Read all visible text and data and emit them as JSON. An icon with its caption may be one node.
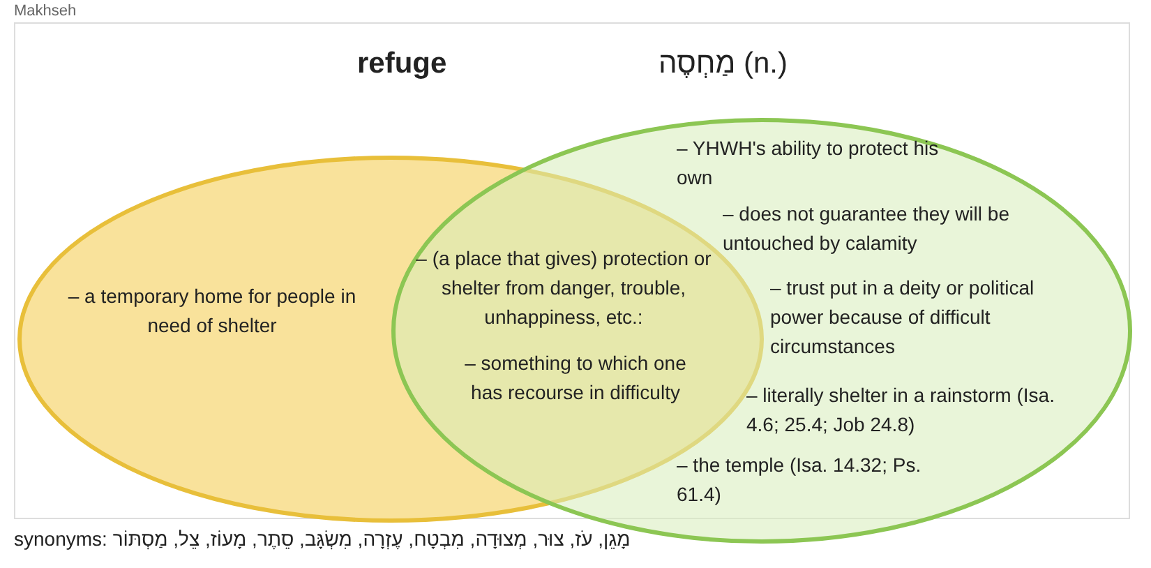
{
  "diagram": {
    "title": "Makhseh",
    "nodes": [
      {
        "text": [
          "refuge",
          "– a temporary home for people in need of shelter"
        ]
      },
      {
        "text": [
          "מַחְסֶה (n.)",
          "– YHWH's ability to protect his own",
          "– does not guarantee they will be untouched by calamity",
          "– trust put in a deity or political power because of difficult circumstances",
          "– literally shelter in a rainstorm (Isa. 4.6; 25.4; Job 24.8)",
          "– the temple (Isa. 14.32; Ps. 61.4)"
        ]
      }
    ],
    "edges": [],
    "labels": [
      "– (a place that gives) protection or shelter from danger, trouble, unhappiness, etc.:",
      "– something to which one has recourse in difficulty",
      "synonyms: מָגֵן, עֹז, צוּר, מְצוּדָה, מִבְטָח, עֶזְרָה, מִשְׂגָּב, סֵתֶר, מָעוֹז, צֵל, מַסְתּוֹר"
    ]
  }
}
